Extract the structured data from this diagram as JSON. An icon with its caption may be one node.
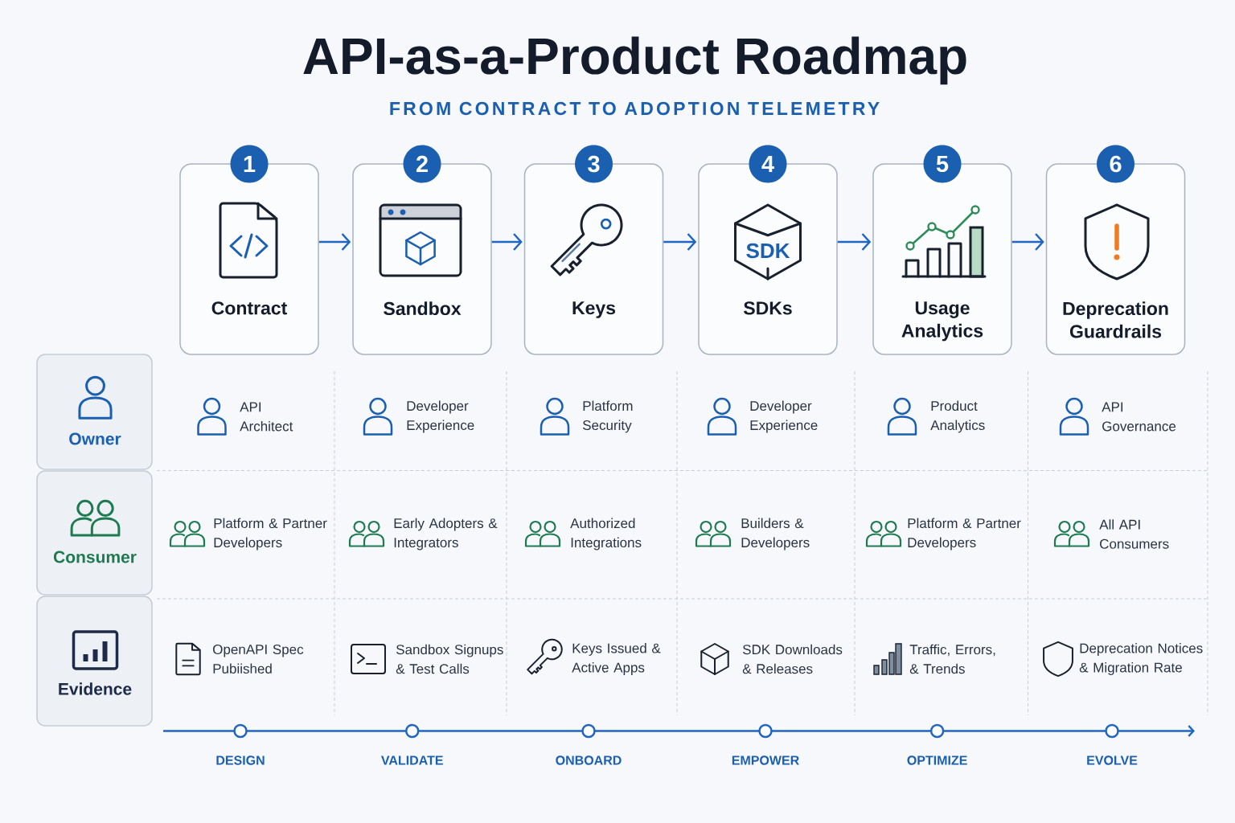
{
  "diagram": {
    "title": "API-as-a-Product Roadmap",
    "nodes": [
      {
        "text": [
          "1",
          "Contract"
        ]
      },
      {
        "text": [
          "2",
          "Sandbox"
        ]
      },
      {
        "text": [
          "3",
          "Keys"
        ]
      },
      {
        "text": [
          "4",
          "SDK",
          "SDKs"
        ]
      },
      {
        "text": [
          "5",
          "Usage Analytics"
        ]
      },
      {
        "text": [
          "6",
          "Deprecation Guardrails"
        ]
      },
      {
        "text": [
          "Owner"
        ]
      },
      {
        "text": [
          "Consumer"
        ]
      },
      {
        "text": [
          "Evidence"
        ]
      }
    ],
    "edges": [
      {
        "from": 0,
        "to": 1,
        "arrow": "to"
      },
      {
        "from": 1,
        "to": 2,
        "arrow": "to"
      },
      {
        "from": 2,
        "to": 3,
        "arrow": "to"
      },
      {
        "from": 3,
        "to": 4,
        "arrow": "to"
      },
      {
        "from": 4,
        "to": 5,
        "arrow": "to"
      }
    ],
    "labels": [
      "FROM CONTRACT TO ADOPTION TELEMETRY",
      "API Architect",
      "Developer Experience",
      "Platform Security",
      "Developer Experience",
      "Product Analytics",
      "API Governance",
      "Platform & Partner Developers",
      "Early Adopters & Integrators",
      "Authorized Integrations",
      "Builders & Developers",
      "Platform & Partner Developers",
      "All API Consumers",
      "OpenAPI Spec Pubiished",
      "Sandbox Signups & Test Calls",
      "Keys Issued & Active Apps",
      "SDK Downloads & Releases",
      "Traffic, Errors, & Trends",
      "Deprecation Notices & Migration Rate",
      "DESIGN",
      "VALIDATE",
      "ONBOARD",
      "EMPOWER",
      "OPTIMIZE",
      "EVOLVE"
    ]
  }
}
